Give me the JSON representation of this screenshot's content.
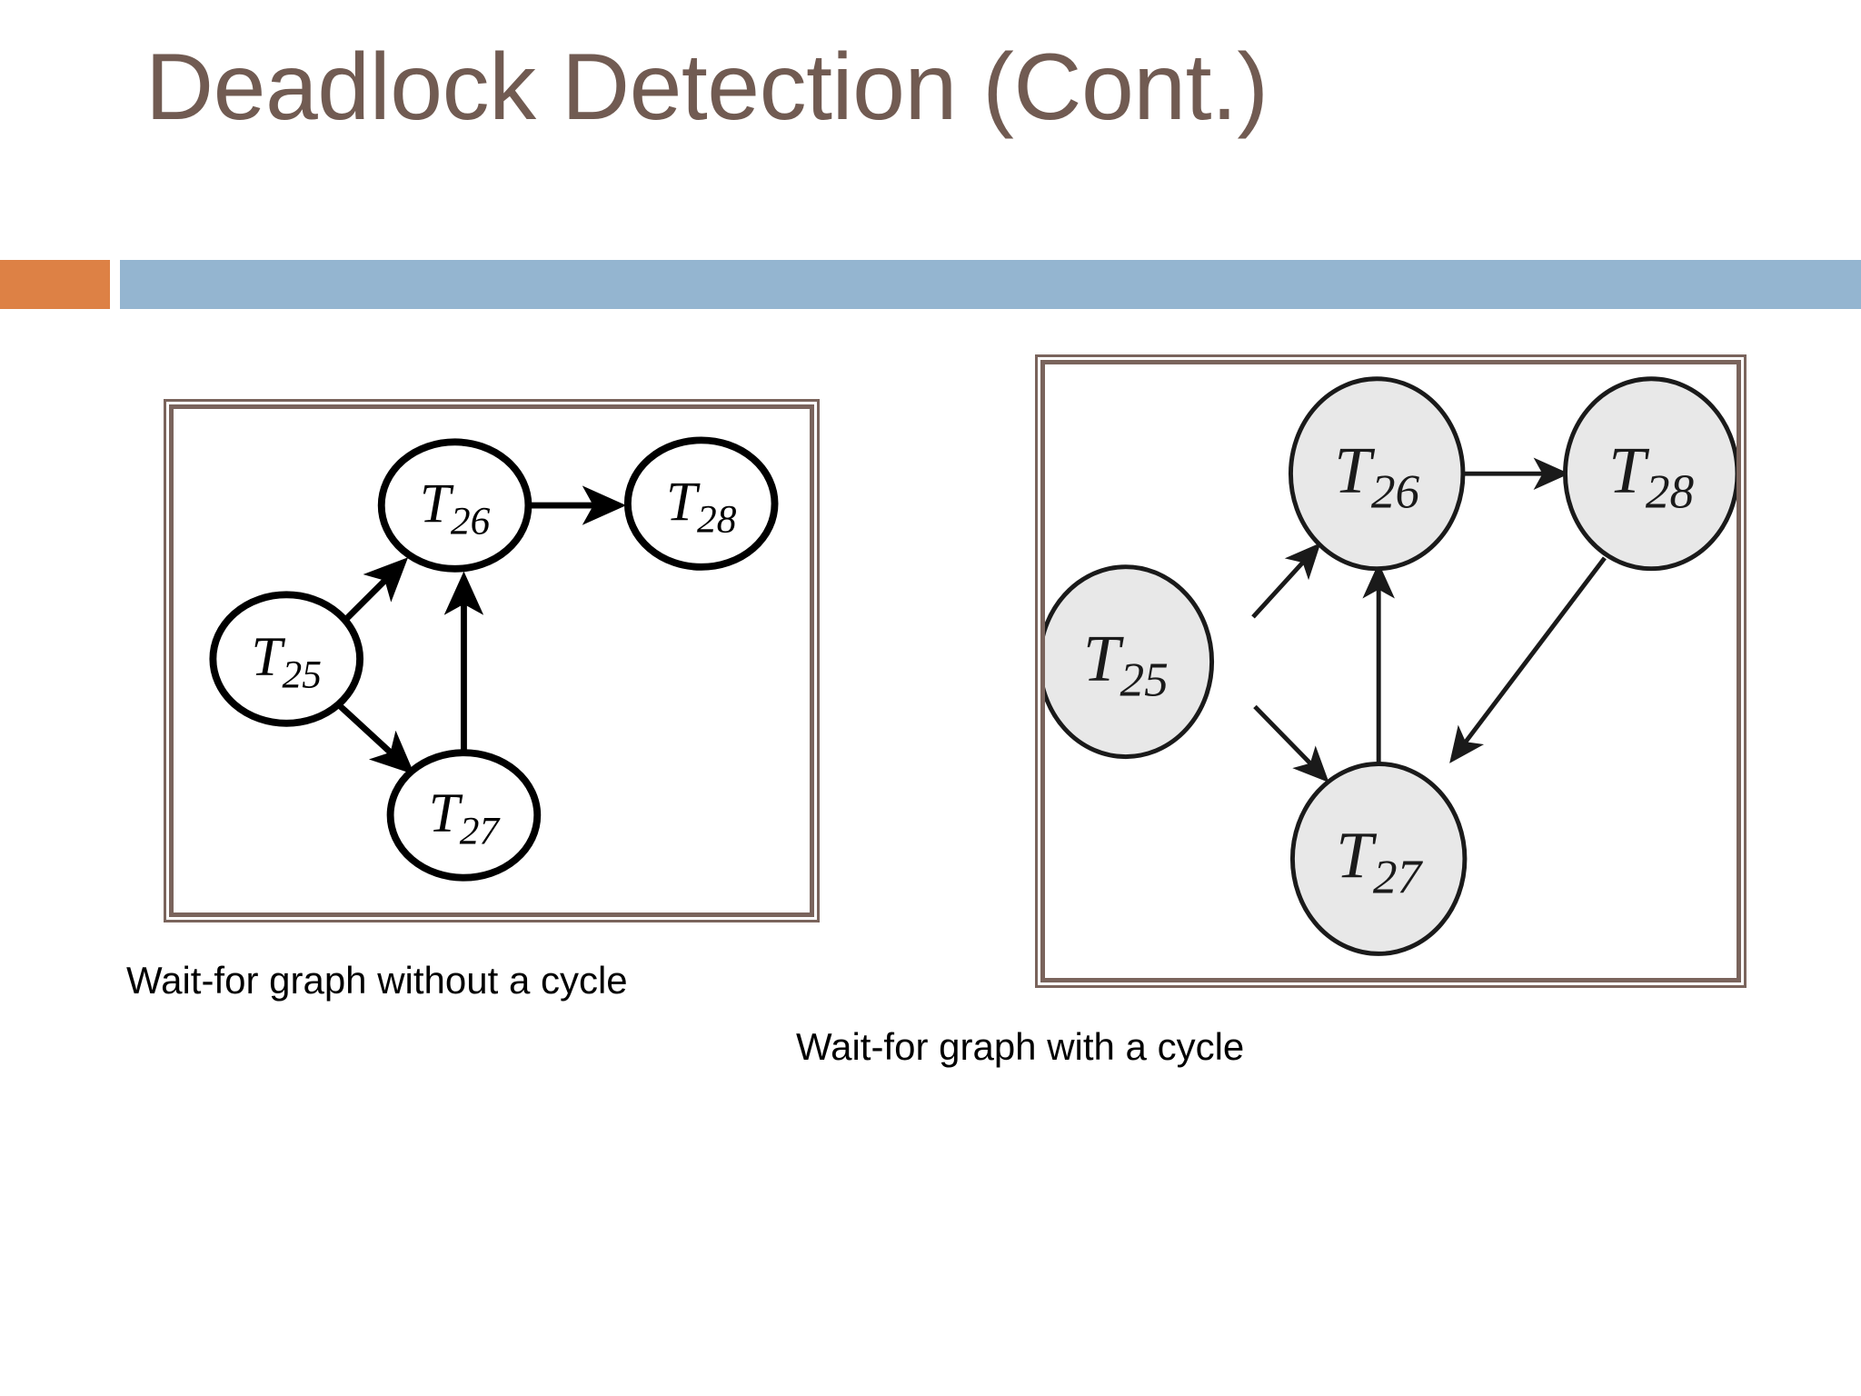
{
  "slide": {
    "title": "Deadlock Detection (Cont.)",
    "title_color": "#715B52",
    "background_color": "#FFFFFF"
  },
  "divider": {
    "accent_color": "#DD8145",
    "bar_color": "#94B5D0"
  },
  "figures": [
    {
      "id": "wait-for-graph-without-cycle",
      "caption": "Wait-for graph without a cycle",
      "frame_color": "#7A645C",
      "node_fill": "#FFFFFF",
      "node_stroke": "#000000",
      "nodes": [
        {
          "id": "T25",
          "label_base": "T",
          "label_sub": "25"
        },
        {
          "id": "T26",
          "label_base": "T",
          "label_sub": "26"
        },
        {
          "id": "T27",
          "label_base": "T",
          "label_sub": "27"
        },
        {
          "id": "T28",
          "label_base": "T",
          "label_sub": "28"
        }
      ],
      "edges": [
        {
          "from": "T25",
          "to": "T26"
        },
        {
          "from": "T25",
          "to": "T27"
        },
        {
          "from": "T27",
          "to": "T26"
        },
        {
          "from": "T26",
          "to": "T28"
        }
      ]
    },
    {
      "id": "wait-for-graph-with-cycle",
      "caption": "Wait-for graph with a cycle",
      "frame_color": "#7A645C",
      "node_fill": "#E8E8E8",
      "node_stroke": "#1A1A1A",
      "nodes": [
        {
          "id": "T25",
          "label_base": "T",
          "label_sub": "25"
        },
        {
          "id": "T26",
          "label_base": "T",
          "label_sub": "26"
        },
        {
          "id": "T27",
          "label_base": "T",
          "label_sub": "27"
        },
        {
          "id": "T28",
          "label_base": "T",
          "label_sub": "28"
        }
      ],
      "edges": [
        {
          "from": "T25",
          "to": "T26"
        },
        {
          "from": "T25",
          "to": "T27"
        },
        {
          "from": "T27",
          "to": "T26"
        },
        {
          "from": "T26",
          "to": "T28"
        },
        {
          "from": "T28",
          "to": "T27"
        }
      ]
    }
  ]
}
